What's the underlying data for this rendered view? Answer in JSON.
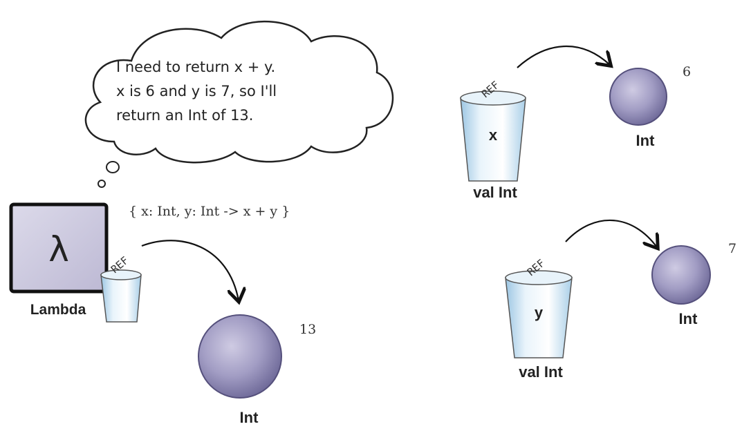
{
  "thought_bubble": {
    "lines": [
      "I need to return x + y.",
      "x is 6 and y is 7, so I'll",
      "return an Int of 13."
    ]
  },
  "lambda": {
    "symbol": "λ",
    "label": "Lambda",
    "expression": "{ x: Int, y: Int -> x + y }",
    "ref_label": "REF",
    "result_value": "13",
    "result_type": "Int"
  },
  "var_x": {
    "name": "x",
    "type_label": "val Int",
    "ref_label": "REF",
    "value": "6",
    "value_type": "Int"
  },
  "var_y": {
    "name": "y",
    "type_label": "val Int",
    "ref_label": "REF",
    "value": "7",
    "value_type": "Int"
  },
  "colors": {
    "ball": "#8f8ab5",
    "ball_highlight": "#c6c2dc",
    "cup": "#b9d8ec",
    "lambda_box": "#cfccdf"
  }
}
